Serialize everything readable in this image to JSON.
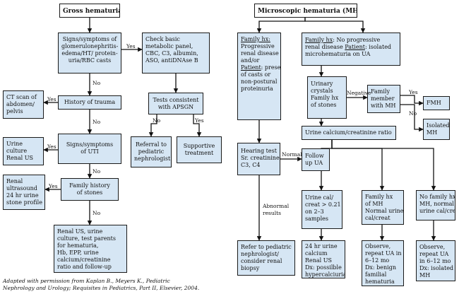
{
  "nodes": {
    "gross_header": {
      "lines": [
        "Gross hematuria"
      ]
    },
    "gross_signs_gn": {
      "lines": [
        "Signs/symptoms of",
        "glomerulonephritis-",
        "edema/HT/ protein-",
        "uria/RBC casts"
      ]
    },
    "gross_check_panel": {
      "lines": [
        "Check basic",
        "metabolic panel,",
        "CBC, C3, albumin,",
        "ASO, antiDNAse B"
      ]
    },
    "gross_tests_apsgn": {
      "lines": [
        "Tests consistent",
        "with APSGN"
      ]
    },
    "gross_referral": {
      "lines": [
        "Referral to",
        "pediatric",
        "nephrologist"
      ]
    },
    "gross_supportive": {
      "lines": [
        "Supportive",
        "treatment"
      ]
    },
    "gross_history_trauma": {
      "lines": [
        "History of trauma"
      ]
    },
    "gross_ct_scan": {
      "lines": [
        "CT scan of",
        "abdomen/",
        "pelvis"
      ]
    },
    "gross_signs_uti": {
      "lines": [
        "Signs/symptoms",
        "of UTI"
      ]
    },
    "gross_urine_culture": {
      "lines": [
        "Urine",
        "culture",
        "Renal US"
      ]
    },
    "gross_family_stones": {
      "lines": [
        "Family history",
        "of stones"
      ]
    },
    "gross_renal_ultrasound": {
      "lines": [
        "Renal",
        "ultrasound",
        "24 hr urine",
        "stone profile"
      ]
    },
    "gross_renal_us_workup": {
      "lines": [
        "Renal US, urine",
        "culture, test parents",
        "for hematuria,",
        "Hb, EPP, urine",
        "calcium/creatinine",
        "ratio and follow-up"
      ]
    },
    "micro_header": {
      "lines": [
        "Microscopic hematuria (MH)"
      ]
    },
    "micro_family_progressive": {
      "lines": [
        "Family hx:",
        "Progressive",
        "renal disease",
        "and/or",
        "Patient: presence",
        "of casts or",
        "non-postural",
        "proteinuria"
      ]
    },
    "micro_family_no_progressive": {
      "lines": [
        "Family hx: No progressive",
        "renal disease Patient: isolated",
        "microhematuria on UA"
      ]
    },
    "micro_urinary_crystals": {
      "lines": [
        "Urinary",
        "crystals",
        "Family hx",
        "of stones"
      ]
    },
    "micro_family_member_mh": {
      "lines": [
        "Family",
        "member",
        "with MH"
      ]
    },
    "micro_fmh": {
      "lines": [
        "FMH"
      ]
    },
    "micro_isolated_mh": {
      "lines": [
        "Isolated",
        "MH"
      ]
    },
    "micro_urine_ratio": {
      "lines": [
        "Urine calcium/creatinine ratio"
      ]
    },
    "micro_hearing_test": {
      "lines": [
        "Hearing test",
        "Sr. creatinine,",
        "C3, C4"
      ]
    },
    "micro_follow_up": {
      "lines": [
        "Follow",
        "up UA"
      ]
    },
    "micro_refer_nephrologist": {
      "lines": [
        "Refer to pediatric",
        "nephrologist/",
        "consider renal",
        "biopsy"
      ]
    },
    "micro_urine_cal_high": {
      "lines": [
        "Urine cal/",
        "creat > 0.21",
        "on 2–3",
        "samples"
      ]
    },
    "micro_family_mh_normal": {
      "lines": [
        "Family hx",
        "of MH",
        "Normal urine",
        "cal/creat"
      ]
    },
    "micro_no_family_normal": {
      "lines": [
        "No family hx",
        "MH, normal",
        "urine cal/creat"
      ]
    },
    "micro_24hr_calcium": {
      "lines": [
        "24 hr urine",
        "calcium",
        "Renal US",
        "Dx: possilble",
        "hypercalciuria"
      ]
    },
    "micro_observe_benign": {
      "lines": [
        "Observe,",
        "repeat UA in",
        "6–12 mo",
        "Dx: benign",
        "familial",
        "hematuria"
      ]
    },
    "micro_observe_isolated": {
      "lines": [
        "Observe,",
        "repeat UA",
        "in 6–12 mo",
        "Dx: isolated",
        "MH"
      ]
    }
  },
  "labels": {
    "yes": "Yes",
    "no": "No",
    "negative": "Negative",
    "normal": "Normal",
    "abnormal_results": [
      "Abnormal",
      "results"
    ]
  },
  "caption": [
    "Adapted with permission from Kaplan B., Meyers K., Pediatric",
    "Nephrology and Urology; Requisites in Pediatrics, Part II, Elsevier, 2004."
  ],
  "colors": {
    "box_fill": "#d6e6f4",
    "border": "#1a1a1a",
    "arrow": "#111111"
  }
}
